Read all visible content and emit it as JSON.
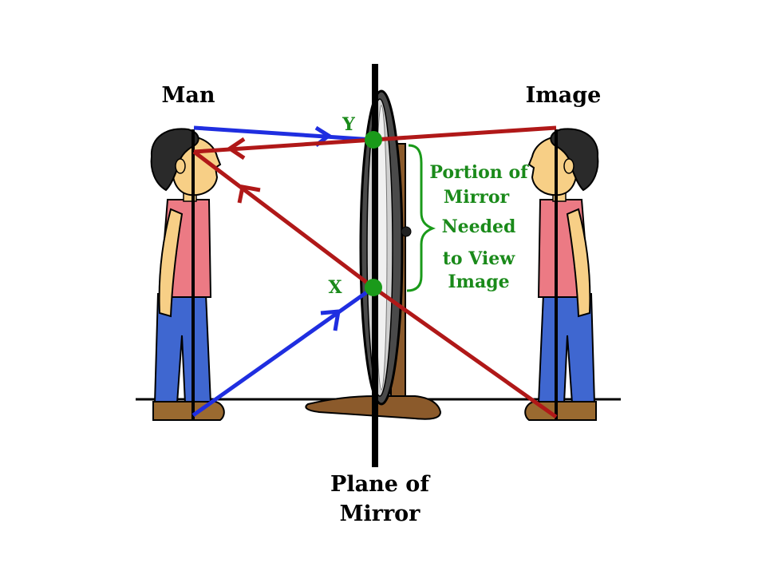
{
  "labels": {
    "man": "Man",
    "image": "Image",
    "plane_line1": "Plane of",
    "plane_line2": "Mirror",
    "point_y": "Y",
    "point_x": "X"
  },
  "portion_label": {
    "line1": "Portion of",
    "line2": "Mirror",
    "line3": "Needed",
    "line4": "to View",
    "line5": "Image"
  },
  "colors": {
    "incident_ray": "#1f2ee0",
    "reflected_ray": "#b01818",
    "points": "#1a9a1a",
    "portion_text": "#1a8a1a",
    "shirt": "#ec7a84",
    "pants": "#3f67d0",
    "skin": "#f7cf86",
    "hair": "#2a2a2a",
    "shoe": "#9a6a30",
    "mirror_stand": "#8b5a2b"
  }
}
